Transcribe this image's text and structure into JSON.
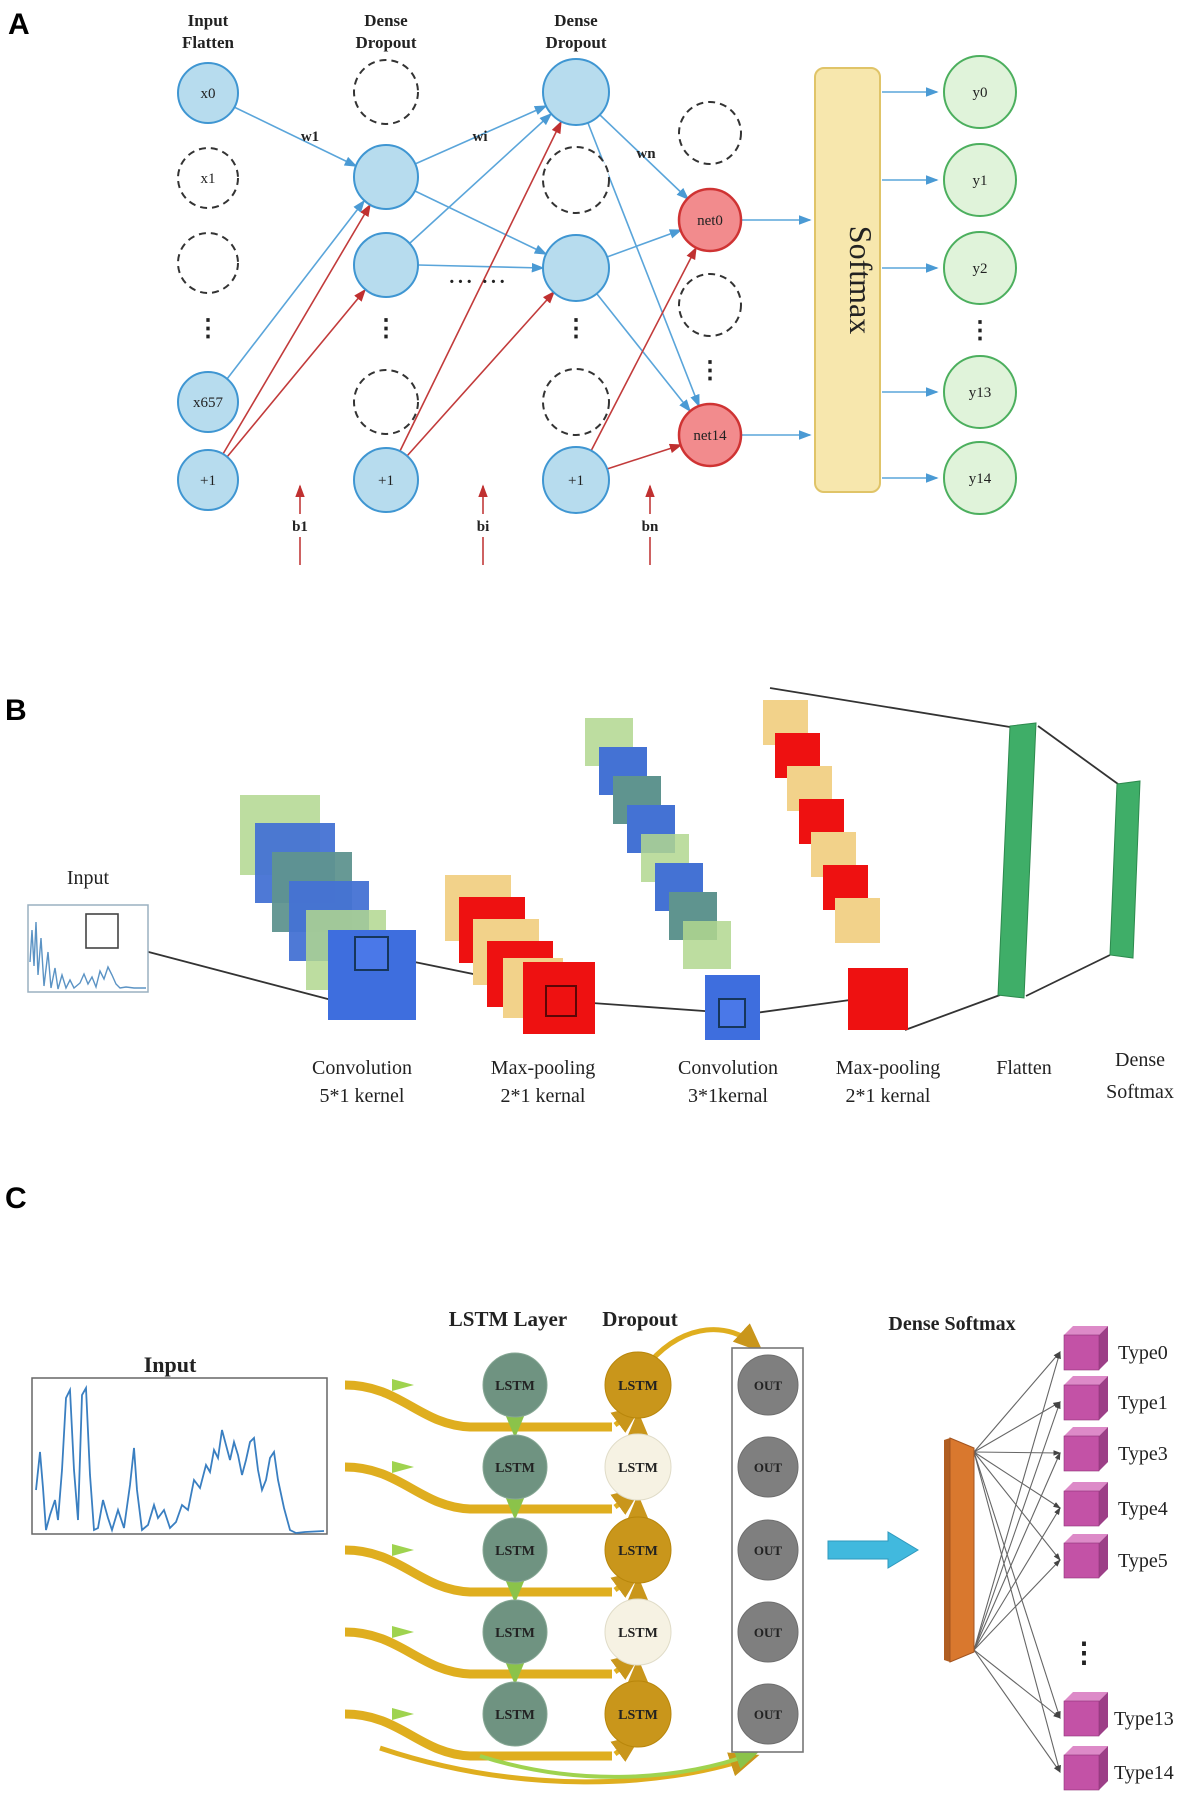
{
  "figure": {
    "panel_a_letter": "A",
    "panel_b_letter": "B",
    "panel_c_letter": "C"
  },
  "a": {
    "col1_header_line1": "Input",
    "col1_header_line2": "Flatten",
    "col2_header_line1": "Dense",
    "col2_header_line2": "Dropout",
    "col3_header_line1": "Dense",
    "col3_header_line2": "Dropout",
    "node_x0": "x0",
    "node_x1": "x1",
    "node_x657": "x657",
    "bias_nodes": [
      "+1",
      "+1",
      "+1"
    ],
    "net_nodes": [
      "net0",
      "net14"
    ],
    "weight_labels": [
      "w1",
      "wi",
      "wn"
    ],
    "bias_labels": [
      "b1",
      "bi",
      "bn"
    ],
    "softmax_label": "Softmax",
    "output_nodes": [
      "y0",
      "y1",
      "y2",
      "y13",
      "y14"
    ],
    "vdots": "⋮",
    "hdots": "··· ···"
  },
  "b": {
    "input_label": "Input",
    "stage_labels": [
      {
        "line1": "Convolution",
        "line2": "5*1 kernel"
      },
      {
        "line1": "Max-pooling",
        "line2": "2*1 kernal"
      },
      {
        "line1": "Convolution",
        "line2": "3*1kernal"
      },
      {
        "line1": "Max-pooling",
        "line2": "2*1 kernal"
      },
      {
        "line1": "Flatten",
        "line2": ""
      },
      {
        "line1": "Dense",
        "line2": "Softmax"
      }
    ]
  },
  "c": {
    "input_label": "Input",
    "lstm_layer_label": "LSTM Layer",
    "dropout_label": "Dropout",
    "dense_softmax_label": "Dense Softmax",
    "lstm_cell_label": "LSTM",
    "out_cell_label": "OUT",
    "type_labels": [
      "Type0",
      "Type1",
      "Type3",
      "Type4",
      "Type5",
      "Type13",
      "Type14"
    ],
    "vdots": "⋮"
  },
  "colors": {
    "node_blue": "#b7dcee",
    "node_blue_stroke": "#3f96d2",
    "node_red": "#f28b8d",
    "node_green": "#e0f3da",
    "softmax_fill": "#f7e7ad",
    "conv_blue": "#3e6ede",
    "pool_red": "#ee1111",
    "tan": "#f2d28a",
    "stack_green": "#b2d78f",
    "teal": "#5f948f",
    "flatten_green": "#3fae68",
    "lstm_green": "#6f9381",
    "dropout_gold": "#c9961b",
    "dropout_cream": "#f6f2e3",
    "out_gray": "#7f7f7f",
    "band_yellow": "#dfae1f",
    "accent_green": "#9fd34f",
    "bar_orange": "#d9782e",
    "cube_magenta": "#c352a6",
    "arrow_cyan": "#41b9de"
  }
}
